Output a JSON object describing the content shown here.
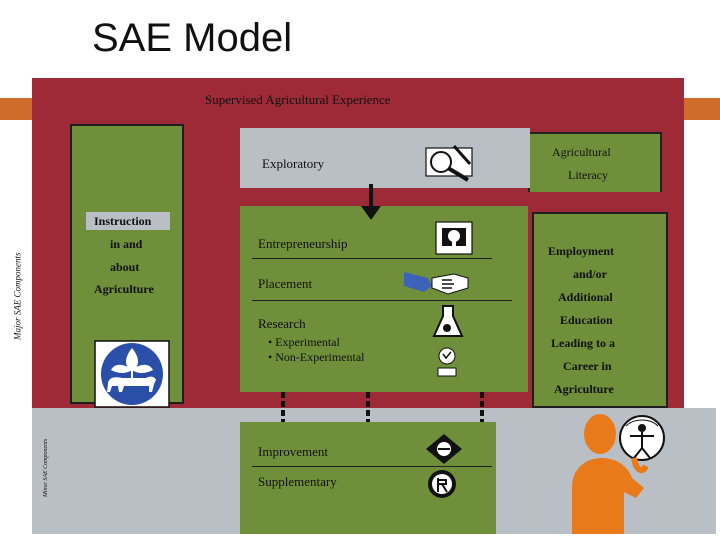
{
  "page_title": "SAE Model",
  "banner": "Supervised Agricultural Experience",
  "left_panel": {
    "lines": [
      "Instruction",
      "in and",
      "about",
      "Agriculture"
    ]
  },
  "side_labels": {
    "major": "Major SAE Components",
    "minor": "Minor SAE Components"
  },
  "center": {
    "exploratory": "Exploratory",
    "entrepreneurship": "Entrepreneurship",
    "placement": "Placement",
    "research": "Research",
    "research_items": [
      "• Experimental",
      "• Non-Experimental"
    ],
    "improvement": "Improvement",
    "supplementary": "Supplementary"
  },
  "literacy_box": {
    "lines": [
      "Agricultural",
      "Literacy"
    ]
  },
  "right_panel": {
    "lines": [
      "Employment",
      "and/or",
      "Additional",
      "Education",
      "Leading to a",
      "Career in",
      "Agriculture"
    ]
  },
  "colors": {
    "maroon": "#9e2a38",
    "green": "#6f8f3a",
    "gray": "#b9bfc4",
    "orange": "#cf6b2b",
    "emblem_blue": "#2a4fa8"
  },
  "icons": [
    "exploratory-icon",
    "entrepreneurship-icon",
    "placement-icon",
    "research-flask-icon",
    "research-person-icon",
    "improvement-icon",
    "supplementary-icon",
    "ffa-emblem-icon",
    "person-globe-icon"
  ]
}
